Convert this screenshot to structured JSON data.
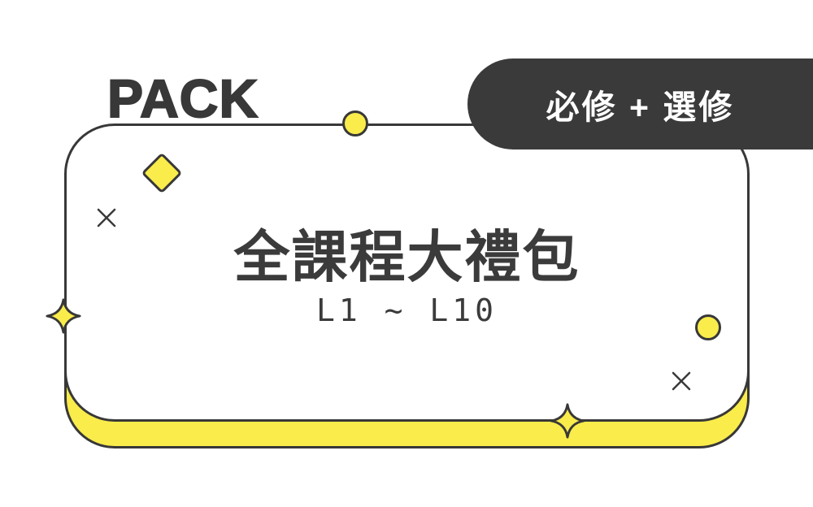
{
  "banner": {
    "pack_label": "PACK",
    "badge_label": "必修 + 選修",
    "card": {
      "title": "全課程大禮包",
      "subtitle": "L1 ~ L10"
    },
    "colors": {
      "dark": "#3a3a3a",
      "yellow": "#f9ec4b",
      "card_background": "#ffffff",
      "badge_text": "#ffffff"
    },
    "decorations": [
      "diamond-icon",
      "circle-icon-top",
      "circle-icon-right",
      "x-icon-left",
      "x-icon-right",
      "sparkle-icon-left",
      "sparkle-icon-bottom"
    ]
  }
}
